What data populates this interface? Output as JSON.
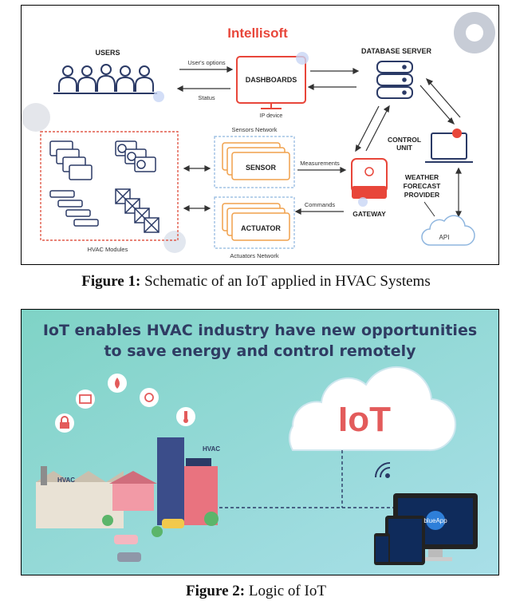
{
  "figure1": {
    "brand": "Intellisoft",
    "labels": {
      "users": "USERS",
      "dashboards": "DASHBOARDS",
      "ip_device": "IP device",
      "database_server": "DATABASE SERVER",
      "users_options": "User's options",
      "status": "Status",
      "sensors_network": "Sensors Network",
      "sensor": "SENSOR",
      "actuator": "ACTUATOR",
      "actuators_network": "Actuators Network",
      "measurements": "Measurements",
      "commands": "Commands",
      "gateway": "GATEWAY",
      "control_unit_1": "CONTROL",
      "control_unit_2": "UNIT",
      "weather_1": "WEATHER",
      "weather_2": "FORECAST",
      "weather_3": "PROVIDER",
      "api": "API",
      "hvac_modules": "HVAC Modules"
    },
    "caption_label": "Figure 1:",
    "caption_text": " Schematic of an IoT applied in HVAC Systems"
  },
  "figure2": {
    "headline_1": "IoT enables HVAC industry have new opportunities",
    "headline_2": "to save energy and control remotely",
    "cloud_text": "IoT",
    "hvac_1": "HVAC",
    "hvac_2": "HVAC",
    "app_name": "blueApp",
    "caption_label": "Figure 2:",
    "caption_text": " Logic of IoT"
  },
  "colors": {
    "accent_red": "#e8463a",
    "dash_red": "#e05a4a",
    "dash_blue": "#8fb6df",
    "orange": "#f0a04b",
    "navy": "#2b3a66",
    "gear_gray": "#c7ccd6",
    "teal_bg": "#7fd3c6",
    "sky_bg": "#a9dfe8"
  }
}
